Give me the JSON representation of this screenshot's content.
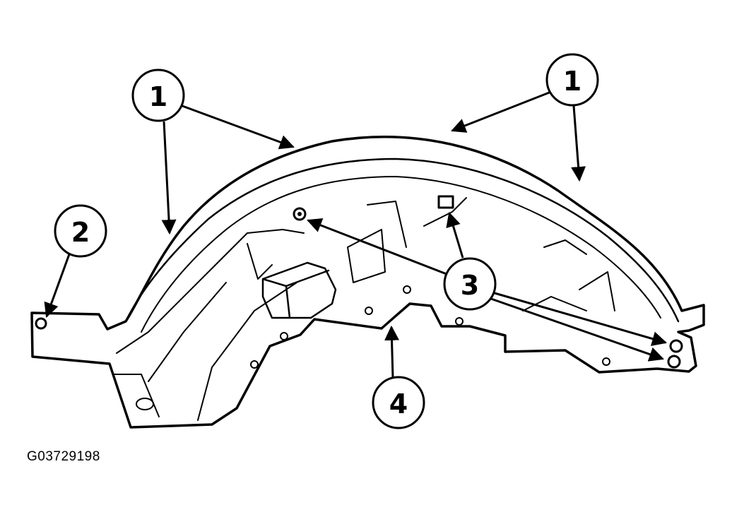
{
  "figure_id": "G03729198",
  "callouts": [
    {
      "id": "callout-1-left",
      "label": "1"
    },
    {
      "id": "callout-1-right",
      "label": "1"
    },
    {
      "id": "callout-2",
      "label": "2"
    },
    {
      "id": "callout-3",
      "label": "3"
    },
    {
      "id": "callout-4",
      "label": "4"
    }
  ],
  "colors": {
    "ink": "#000000",
    "paper": "#ffffff"
  }
}
